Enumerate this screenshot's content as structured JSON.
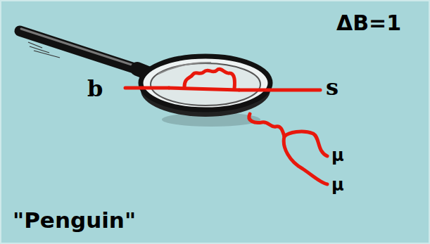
{
  "diagram": {
    "labels": [
      "ΔB=1",
      "b",
      "s",
      "μ",
      "μ",
      "\"Penguin\""
    ]
  }
}
